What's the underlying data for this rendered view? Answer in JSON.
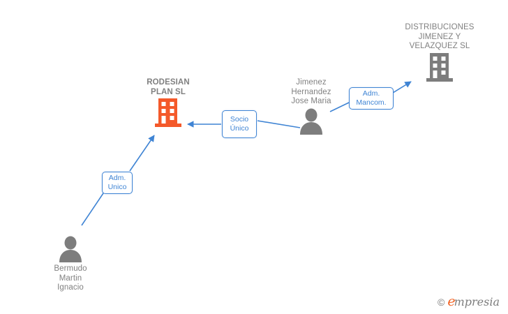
{
  "diagram": {
    "background_color": "#ffffff",
    "accent_company_color": "#f4592a",
    "neutral_color": "#7d7d7d",
    "edge_color": "#3f84d4",
    "nodes": [
      {
        "id": "rodesian",
        "label": "RODESIAN\nPLAN SL",
        "icon": "building-icon",
        "icon_color": "#f4592a",
        "emphasis": "bold"
      },
      {
        "id": "distribuciones",
        "label": "DISTRIBUCIONES\nJIMENEZ Y\nVELAZQUEZ SL",
        "icon": "building-icon",
        "icon_color": "#7d7d7d",
        "emphasis": "normal"
      },
      {
        "id": "jimenez",
        "label": "Jimenez\nHernandez\nJose Maria",
        "icon": "person-icon",
        "icon_color": "#7d7d7d",
        "emphasis": "normal"
      },
      {
        "id": "bermudo",
        "label": "Bermudo\nMartin\nIgnacio",
        "icon": "person-icon",
        "icon_color": "#7d7d7d",
        "emphasis": "normal"
      }
    ],
    "relations": [
      {
        "id": "socio-unico",
        "label": "Socio\nÚnico",
        "from": "jimenez",
        "to": "rodesian"
      },
      {
        "id": "adm-mancom",
        "label": "Adm.\nMancom.",
        "from": "jimenez",
        "to": "distribuciones"
      },
      {
        "id": "adm-unico",
        "label": "Adm.\nUnico",
        "from": "bermudo",
        "to": "rodesian"
      }
    ]
  },
  "watermark": {
    "copyright": "©",
    "brand_initial": "e",
    "brand_rest": "mpresia"
  }
}
